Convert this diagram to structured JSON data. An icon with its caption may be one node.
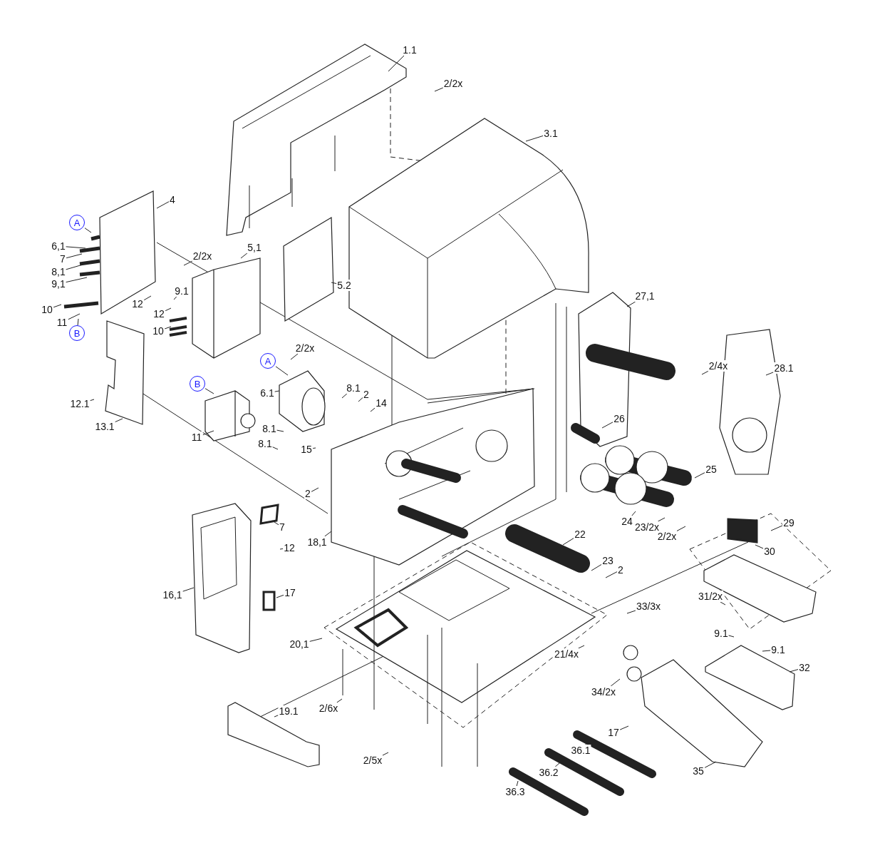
{
  "diagram": {
    "nodes": [
      {
        "text": [
          "1.1"
        ]
      },
      {
        "text": [
          "2/2x"
        ]
      },
      {
        "text": [
          "3.1"
        ]
      },
      {
        "text": [
          "4"
        ]
      },
      {
        "text": [
          "A"
        ]
      },
      {
        "text": [
          "6,1"
        ]
      },
      {
        "text": [
          "7"
        ]
      },
      {
        "text": [
          "8,1"
        ]
      },
      {
        "text": [
          "9,1"
        ]
      },
      {
        "text": [
          "2/2x"
        ]
      },
      {
        "text": [
          "5,1"
        ]
      },
      {
        "text": [
          "5.2"
        ]
      },
      {
        "text": [
          "10"
        ]
      },
      {
        "text": [
          "11"
        ]
      },
      {
        "text": [
          "B"
        ]
      },
      {
        "text": [
          "12"
        ]
      },
      {
        "text": [
          "9.1"
        ]
      },
      {
        "text": [
          "12"
        ]
      },
      {
        "text": [
          "10"
        ]
      },
      {
        "text": [
          "2/2x"
        ]
      },
      {
        "text": [
          "A"
        ]
      },
      {
        "text": [
          "6.1"
        ]
      },
      {
        "text": [
          "B"
        ]
      },
      {
        "text": [
          "8.1"
        ]
      },
      {
        "text": [
          "2"
        ]
      },
      {
        "text": [
          "14"
        ]
      },
      {
        "text": [
          "12.1"
        ]
      },
      {
        "text": [
          "13.1"
        ]
      },
      {
        "text": [
          "11"
        ]
      },
      {
        "text": [
          "8.1"
        ]
      },
      {
        "text": [
          "8.1"
        ]
      },
      {
        "text": [
          "15"
        ]
      },
      {
        "text": [
          "2"
        ]
      },
      {
        "text": [
          "26"
        ]
      },
      {
        "text": [
          "27,1"
        ]
      },
      {
        "text": [
          "2/4x"
        ]
      },
      {
        "text": [
          "28.1"
        ]
      },
      {
        "text": [
          "25"
        ]
      },
      {
        "text": [
          "24"
        ]
      },
      {
        "text": [
          "23/2x"
        ]
      },
      {
        "text": [
          "2/2x"
        ]
      },
      {
        "text": [
          "22"
        ]
      },
      {
        "text": [
          "23"
        ]
      },
      {
        "text": [
          "2"
        ]
      },
      {
        "text": [
          "29"
        ]
      },
      {
        "text": [
          "30"
        ]
      },
      {
        "text": [
          "7"
        ]
      },
      {
        "text": [
          "12"
        ]
      },
      {
        "text": [
          "18,1"
        ]
      },
      {
        "text": [
          "17"
        ]
      },
      {
        "text": [
          "16,1"
        ]
      },
      {
        "text": [
          "33/3x"
        ]
      },
      {
        "text": [
          "31/2x"
        ]
      },
      {
        "text": [
          "20,1"
        ]
      },
      {
        "text": [
          "21/4x"
        ]
      },
      {
        "text": [
          "9.1"
        ]
      },
      {
        "text": [
          "9.1"
        ]
      },
      {
        "text": [
          "32"
        ]
      },
      {
        "text": [
          "34/2x"
        ]
      },
      {
        "text": [
          "2/6x"
        ]
      },
      {
        "text": [
          "19.1"
        ]
      },
      {
        "text": [
          "17"
        ]
      },
      {
        "text": [
          "2/5x"
        ]
      },
      {
        "text": [
          "36.1"
        ]
      },
      {
        "text": [
          "35"
        ]
      },
      {
        "text": [
          "36.2"
        ]
      },
      {
        "text": [
          "36.3"
        ]
      }
    ],
    "edges": [
      {
        "from": 0,
        "to": null,
        "arrow": "none"
      },
      {
        "from": 1,
        "to": null,
        "arrow": "none"
      },
      {
        "from": 2,
        "to": null,
        "arrow": "none"
      },
      {
        "from": 3,
        "to": null,
        "arrow": "none"
      },
      {
        "from": 4,
        "to": null,
        "arrow": "none"
      },
      {
        "from": 5,
        "to": null,
        "arrow": "none"
      },
      {
        "from": 6,
        "to": null,
        "arrow": "none"
      },
      {
        "from": 7,
        "to": null,
        "arrow": "none"
      },
      {
        "from": 8,
        "to": null,
        "arrow": "none"
      },
      {
        "from": 9,
        "to": null,
        "arrow": "none"
      },
      {
        "from": 10,
        "to": null,
        "arrow": "none"
      },
      {
        "from": 11,
        "to": null,
        "arrow": "none"
      },
      {
        "from": 12,
        "to": null,
        "arrow": "none"
      },
      {
        "from": 13,
        "to": null,
        "arrow": "none"
      },
      {
        "from": 14,
        "to": null,
        "arrow": "none"
      },
      {
        "from": 15,
        "to": null,
        "arrow": "none"
      },
      {
        "from": 16,
        "to": null,
        "arrow": "none"
      },
      {
        "from": 17,
        "to": null,
        "arrow": "none"
      },
      {
        "from": 18,
        "to": null,
        "arrow": "none"
      },
      {
        "from": 19,
        "to": null,
        "arrow": "none"
      },
      {
        "from": 20,
        "to": null,
        "arrow": "none"
      },
      {
        "from": 21,
        "to": null,
        "arrow": "none"
      },
      {
        "from": 22,
        "to": null,
        "arrow": "none"
      },
      {
        "from": 23,
        "to": null,
        "arrow": "none"
      },
      {
        "from": 24,
        "to": null,
        "arrow": "none"
      },
      {
        "from": 25,
        "to": null,
        "arrow": "none"
      },
      {
        "from": 26,
        "to": null,
        "arrow": "none"
      },
      {
        "from": 27,
        "to": null,
        "arrow": "none"
      },
      {
        "from": 28,
        "to": null,
        "arrow": "none"
      },
      {
        "from": 29,
        "to": null,
        "arrow": "none"
      },
      {
        "from": 30,
        "to": null,
        "arrow": "none"
      },
      {
        "from": 31,
        "to": null,
        "arrow": "none"
      },
      {
        "from": 32,
        "to": null,
        "arrow": "none"
      },
      {
        "from": 33,
        "to": null,
        "arrow": "none"
      },
      {
        "from": 34,
        "to": null,
        "arrow": "none"
      },
      {
        "from": 35,
        "to": null,
        "arrow": "none"
      },
      {
        "from": 36,
        "to": null,
        "arrow": "none"
      },
      {
        "from": 37,
        "to": null,
        "arrow": "none"
      },
      {
        "from": 38,
        "to": null,
        "arrow": "none"
      },
      {
        "from": 39,
        "to": null,
        "arrow": "none"
      },
      {
        "from": 40,
        "to": null,
        "arrow": "none"
      },
      {
        "from": 41,
        "to": null,
        "arrow": "none"
      },
      {
        "from": 42,
        "to": null,
        "arrow": "none"
      },
      {
        "from": 43,
        "to": null,
        "arrow": "none"
      },
      {
        "from": 44,
        "to": null,
        "arrow": "none"
      },
      {
        "from": 45,
        "to": null,
        "arrow": "none"
      },
      {
        "from": 46,
        "to": null,
        "arrow": "none"
      },
      {
        "from": 47,
        "to": null,
        "arrow": "none"
      },
      {
        "from": 48,
        "to": null,
        "arrow": "none"
      },
      {
        "from": 49,
        "to": null,
        "arrow": "none"
      },
      {
        "from": 50,
        "to": null,
        "arrow": "none"
      },
      {
        "from": 51,
        "to": null,
        "arrow": "none"
      },
      {
        "from": 52,
        "to": null,
        "arrow": "none"
      },
      {
        "from": 53,
        "to": null,
        "arrow": "none"
      },
      {
        "from": 54,
        "to": null,
        "arrow": "none"
      },
      {
        "from": 55,
        "to": null,
        "arrow": "none"
      },
      {
        "from": 56,
        "to": null,
        "arrow": "none"
      },
      {
        "from": 57,
        "to": null,
        "arrow": "none"
      },
      {
        "from": 58,
        "to": null,
        "arrow": "none"
      },
      {
        "from": 59,
        "to": null,
        "arrow": "none"
      },
      {
        "from": 60,
        "to": null,
        "arrow": "none"
      },
      {
        "from": 61,
        "to": null,
        "arrow": "none"
      },
      {
        "from": 62,
        "to": null,
        "arrow": "none"
      },
      {
        "from": 63,
        "to": null,
        "arrow": "none"
      },
      {
        "from": 64,
        "to": null,
        "arrow": "none"
      },
      {
        "from": 65,
        "to": null,
        "arrow": "none"
      },
      {
        "from": 66,
        "to": null,
        "arrow": "none"
      }
    ]
  }
}
